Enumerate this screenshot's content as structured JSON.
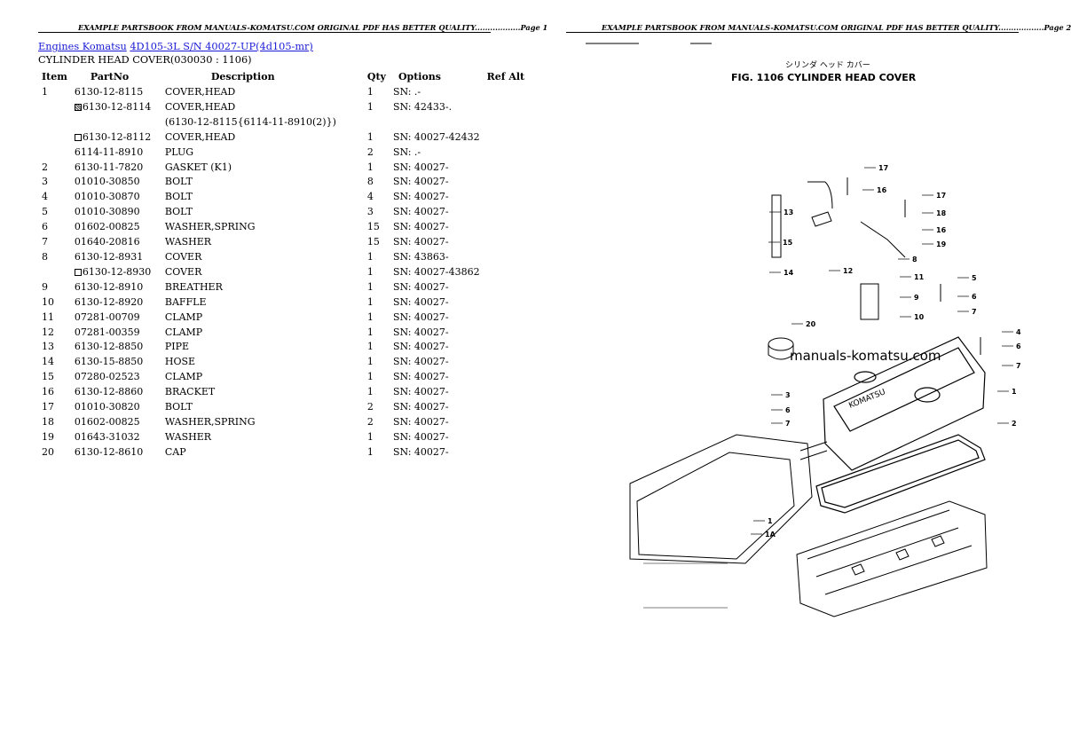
{
  "headers": {
    "left": "EXAMPLE PARTSBOOK FROM MANUALS-KOMATSU.COM ORIGINAL PDF HAS BETTER QUALITY..................Page 1",
    "right": "EXAMPLE PARTSBOOK FROM MANUALS-KOMATSU.COM ORIGINAL PDF HAS BETTER QUALITY..................Page 2"
  },
  "breadcrumb": {
    "link1": "Engines Komatsu",
    "link2": "4D105-3L S/N 40027-UP(4d105-mr)"
  },
  "subtitle": "CYLINDER HEAD COVER(030030 : 1106)",
  "columns": [
    "Item",
    "PartNo",
    "Description",
    "Qty",
    "Options",
    "Ref Alt"
  ],
  "rows": [
    {
      "item": "1",
      "mark": "",
      "part": "6130-12-8115",
      "desc": "COVER,HEAD",
      "qty": "1",
      "opt": "SN: .-"
    },
    {
      "item": "",
      "mark": "filled",
      "part": "6130-12-8114",
      "desc": "COVER,HEAD",
      "qty": "1",
      "opt": "SN: 42433-."
    },
    {
      "item": "",
      "mark": "",
      "part": "",
      "desc": "(6130-12-8115{6114-11-8910(2)})",
      "qty": "",
      "opt": ""
    },
    {
      "item": "",
      "mark": "empty",
      "part": "6130-12-8112",
      "desc": "COVER,HEAD",
      "qty": "1",
      "opt": "SN: 40027-42432"
    },
    {
      "item": "",
      "mark": "",
      "part": "6114-11-8910",
      "desc": "PLUG",
      "qty": "2",
      "opt": "SN: .-"
    },
    {
      "item": "2",
      "mark": "",
      "part": "6130-11-7820",
      "desc": "GASKET (K1)",
      "qty": "1",
      "opt": "SN: 40027-"
    },
    {
      "item": "3",
      "mark": "",
      "part": "01010-30850",
      "desc": "BOLT",
      "qty": "8",
      "opt": "SN: 40027-"
    },
    {
      "item": "4",
      "mark": "",
      "part": "01010-30870",
      "desc": "BOLT",
      "qty": "4",
      "opt": "SN: 40027-"
    },
    {
      "item": "5",
      "mark": "",
      "part": "01010-30890",
      "desc": "BOLT",
      "qty": "3",
      "opt": "SN: 40027-"
    },
    {
      "item": "6",
      "mark": "",
      "part": "01602-00825",
      "desc": "WASHER,SPRING",
      "qty": "15",
      "opt": "SN: 40027-"
    },
    {
      "item": "7",
      "mark": "",
      "part": "01640-20816",
      "desc": "WASHER",
      "qty": "15",
      "opt": "SN: 40027-"
    },
    {
      "item": "8",
      "mark": "",
      "part": "6130-12-8931",
      "desc": "COVER",
      "qty": "1",
      "opt": "SN: 43863-"
    },
    {
      "item": "",
      "mark": "empty",
      "part": "6130-12-8930",
      "desc": "COVER",
      "qty": "1",
      "opt": "SN: 40027-43862"
    },
    {
      "item": "9",
      "mark": "",
      "part": "6130-12-8910",
      "desc": "BREATHER",
      "qty": "1",
      "opt": "SN: 40027-"
    },
    {
      "item": "10",
      "mark": "",
      "part": "6130-12-8920",
      "desc": "BAFFLE",
      "qty": "1",
      "opt": "SN: 40027-"
    },
    {
      "item": "11",
      "mark": "",
      "part": "07281-00709",
      "desc": "CLAMP",
      "qty": "1",
      "opt": "SN: 40027-"
    },
    {
      "item": "12",
      "mark": "",
      "part": "07281-00359",
      "desc": "CLAMP",
      "qty": "1",
      "opt": "SN: 40027-"
    },
    {
      "item": "13",
      "mark": "",
      "part": "6130-12-8850",
      "desc": "PIPE",
      "qty": "1",
      "opt": "SN: 40027-"
    },
    {
      "item": "14",
      "mark": "",
      "part": "6130-15-8850",
      "desc": "HOSE",
      "qty": "1",
      "opt": "SN: 40027-"
    },
    {
      "item": "15",
      "mark": "",
      "part": "07280-02523",
      "desc": "CLAMP",
      "qty": "1",
      "opt": "SN: 40027-"
    },
    {
      "item": "16",
      "mark": "",
      "part": "6130-12-8860",
      "desc": "BRACKET",
      "qty": "1",
      "opt": "SN: 40027-"
    },
    {
      "item": "17",
      "mark": "",
      "part": "01010-30820",
      "desc": "BOLT",
      "qty": "2",
      "opt": "SN: 40027-"
    },
    {
      "item": "18",
      "mark": "",
      "part": "01602-00825",
      "desc": "WASHER,SPRING",
      "qty": "2",
      "opt": "SN: 40027-"
    },
    {
      "item": "19",
      "mark": "",
      "part": "01643-31032",
      "desc": "WASHER",
      "qty": "1",
      "opt": "SN: 40027-"
    },
    {
      "item": "20",
      "mark": "",
      "part": "6130-12-8610",
      "desc": "CAP",
      "qty": "1",
      "opt": "SN: 40027-"
    }
  ],
  "figure": {
    "jp_title": "シリンダ ヘッド カバー",
    "title": "FIG. 1106  CYLINDER HEAD COVER",
    "watermark": "manuals-komatsu.com",
    "labels": [
      "17",
      "16",
      "17",
      "18",
      "13",
      "16",
      "15",
      "19",
      "12",
      "8",
      "14",
      "11",
      "9",
      "10",
      "5",
      "6",
      "7",
      "20",
      "4",
      "6",
      "7",
      "3",
      "6",
      "7",
      "1",
      "2",
      "1",
      "1A"
    ]
  }
}
